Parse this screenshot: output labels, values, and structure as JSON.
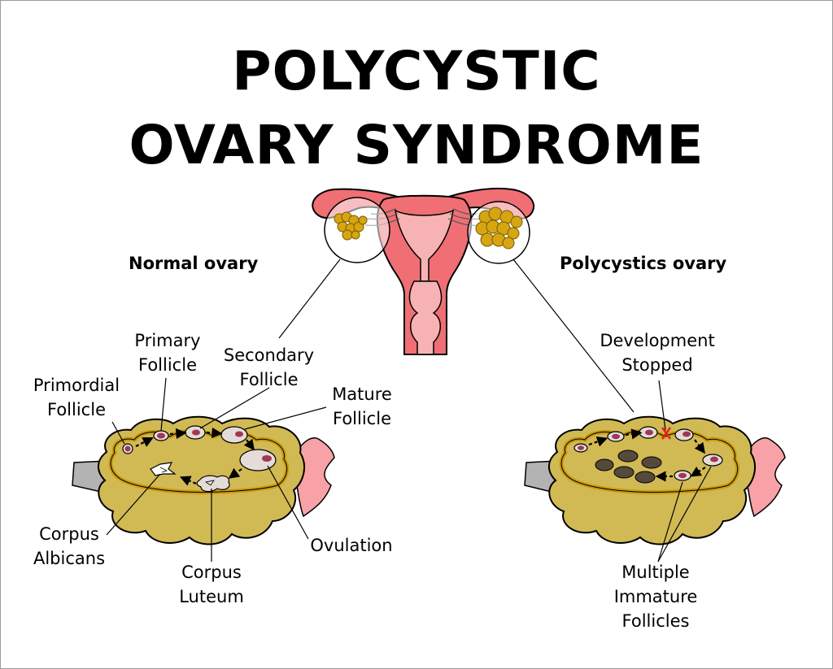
{
  "title": {
    "line1": "POLYCYSTIC",
    "line2": "OVARY SYNDROME"
  },
  "normal": {
    "heading": "Normal ovary",
    "labels": {
      "primordial": [
        "Primordial",
        "Follicle"
      ],
      "primary": [
        "Primary",
        "Follicle"
      ],
      "secondary": [
        "Secondary",
        "Follicle"
      ],
      "mature": [
        "Mature",
        "Follicle"
      ],
      "ovulation": [
        "Ovulation"
      ],
      "corpus_luteum": [
        "Corpus",
        "Luteum"
      ],
      "corpus_albicans": [
        "Corpus",
        "Albicans"
      ]
    }
  },
  "polycystic": {
    "heading": "Polycystics ovary",
    "labels": {
      "development_stopped": [
        "Development",
        "Stopped"
      ],
      "multiple_immature": [
        "Multiple",
        "Immature",
        "Follicles"
      ]
    }
  },
  "colors": {
    "ovary": "#d1b954",
    "ovary_rim": "#c99a0c",
    "uterus": "#ef6f74",
    "uterus_light": "#f7b3b4",
    "ligament": "#b3b3b3",
    "tube_fimbria": "#f8a2a7",
    "follicle_fill": "#e4dcd9",
    "oocyte": "#a23653",
    "cyst": "#544a3c",
    "stop_mark": "#e2231a"
  }
}
